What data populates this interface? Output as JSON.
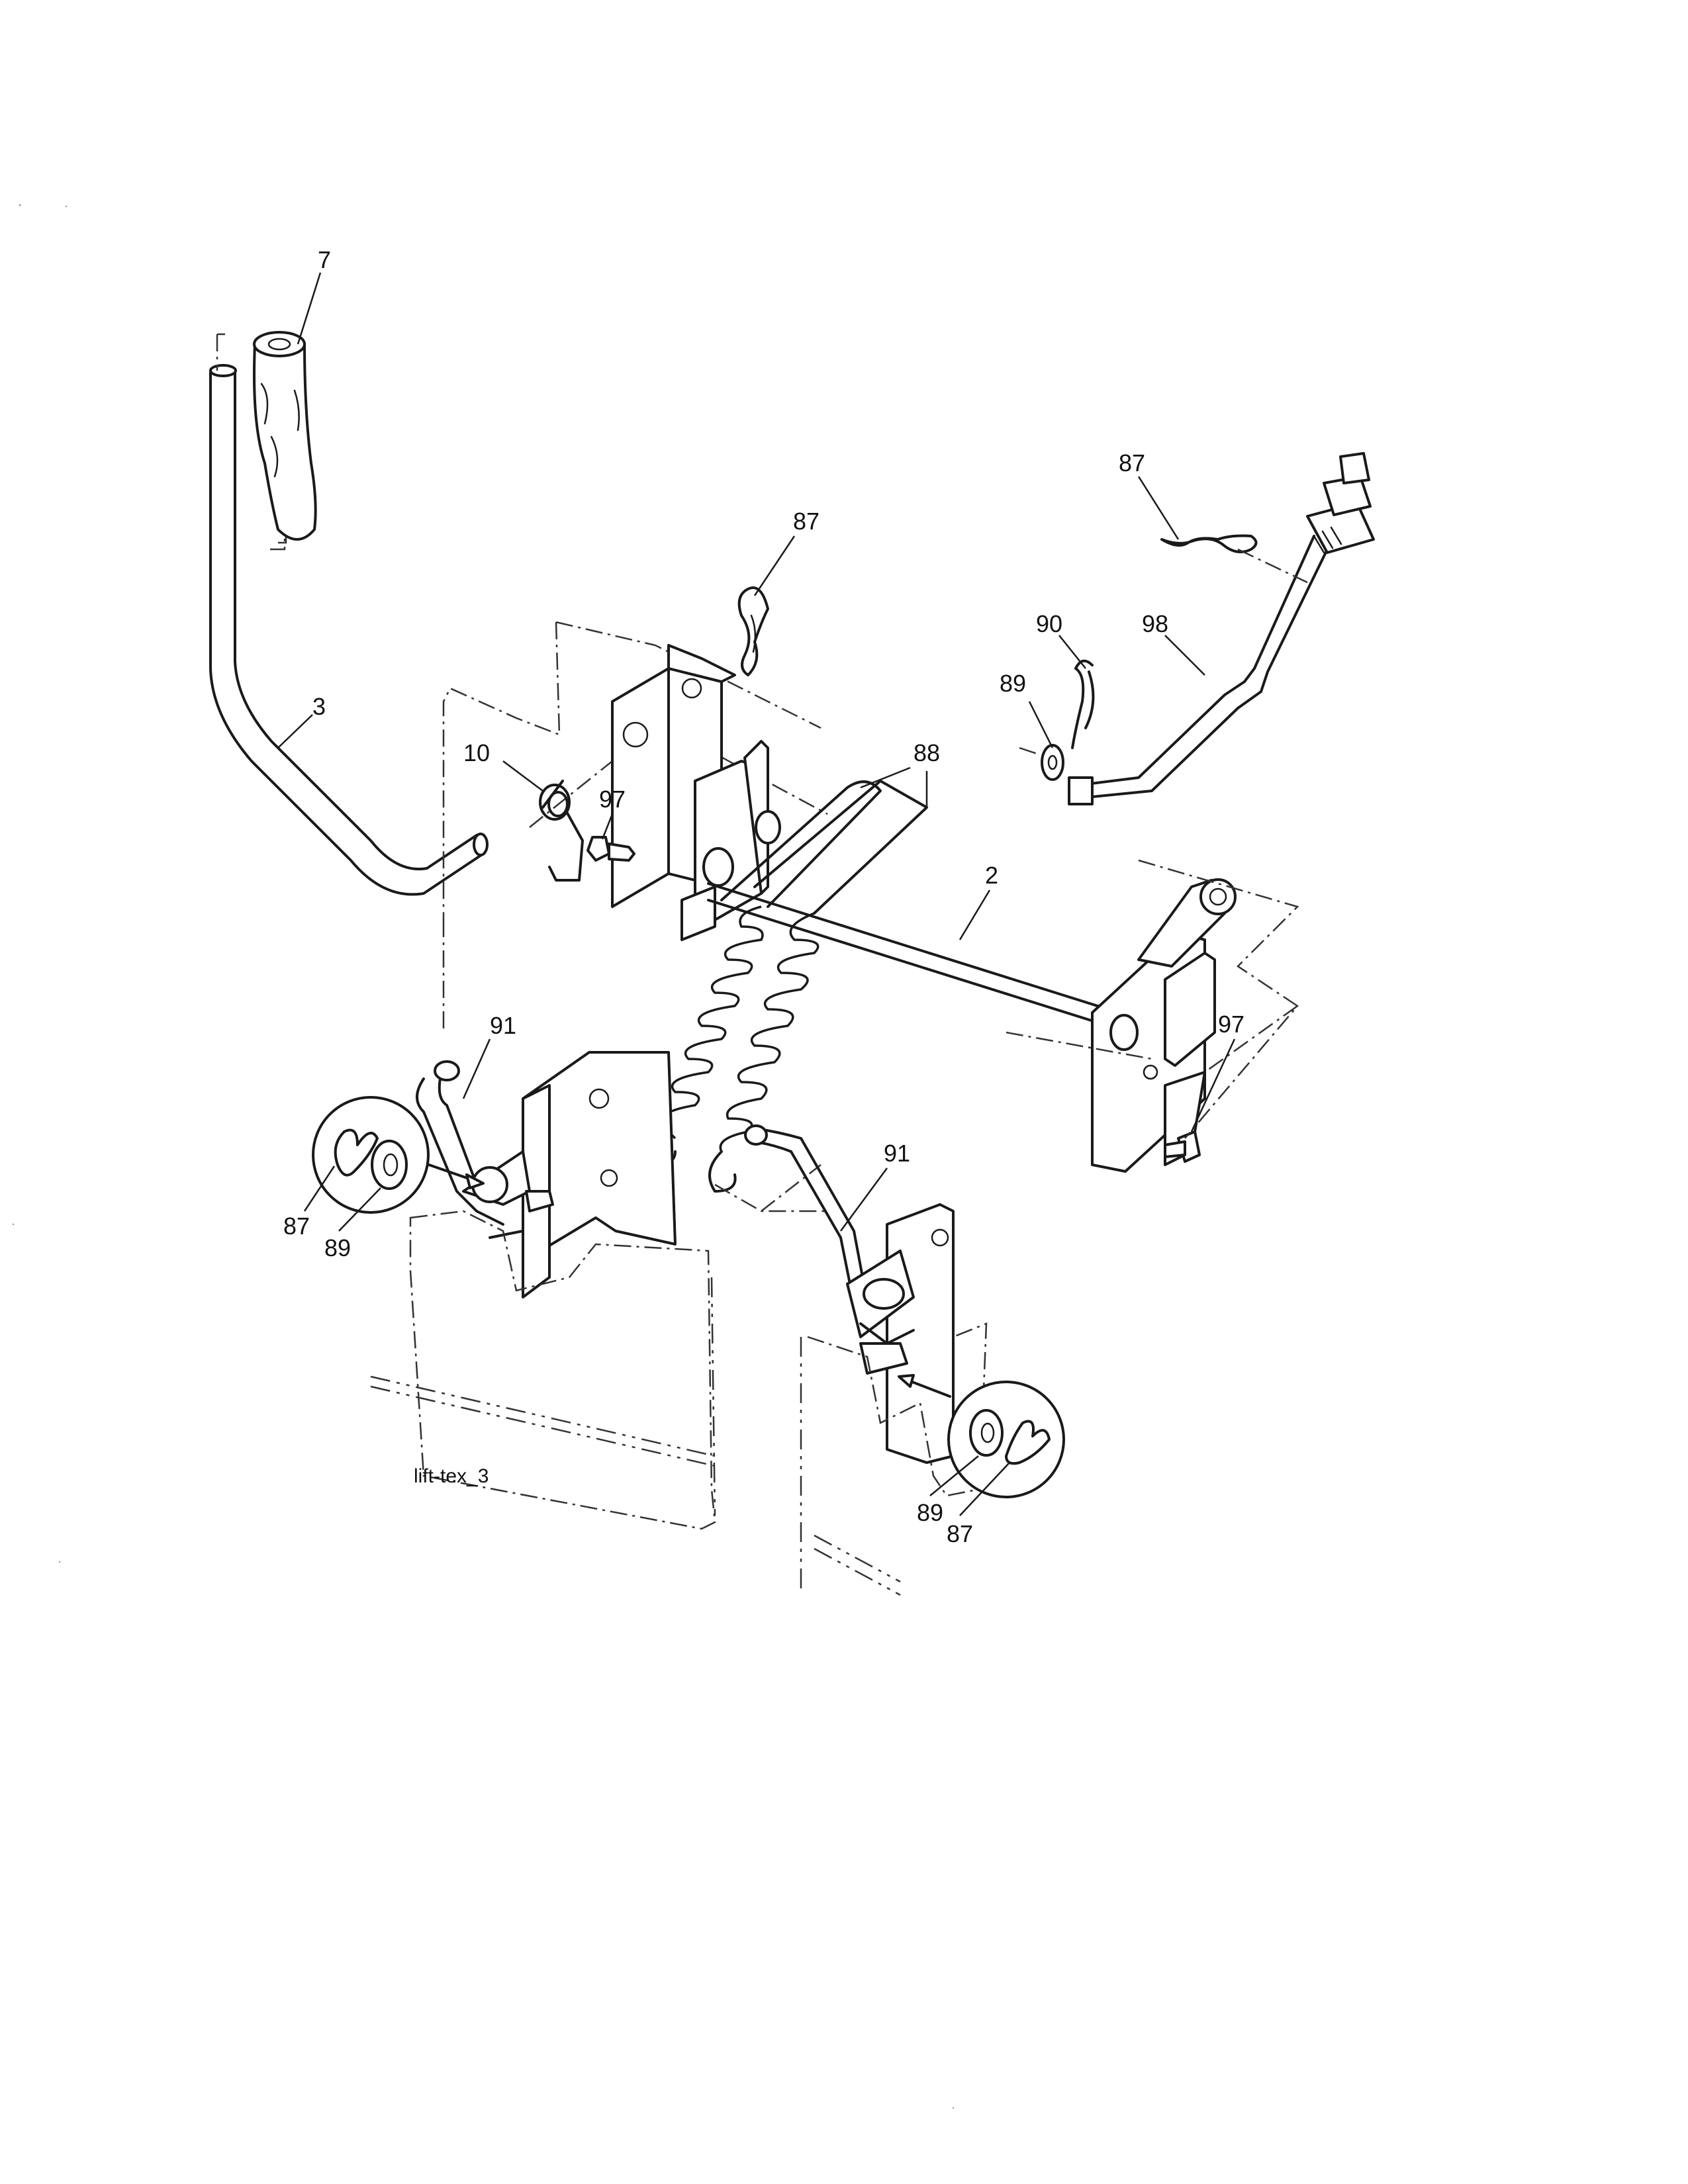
{
  "diagram": {
    "caption": "lift-tex_3",
    "callouts": {
      "c7": "7",
      "c87_top": "87",
      "c87_right": "87",
      "c3": "3",
      "c10": "10",
      "c97_left": "97",
      "c88": "88",
      "c90": "90",
      "c98": "98",
      "c89_right": "89",
      "c2": "2",
      "c97_right": "97",
      "c91_left": "91",
      "c91_right": "91",
      "c87_left_detail": "87",
      "c89_left_detail": "89",
      "c89_right_detail": "89",
      "c87_right_detail": "87"
    }
  }
}
